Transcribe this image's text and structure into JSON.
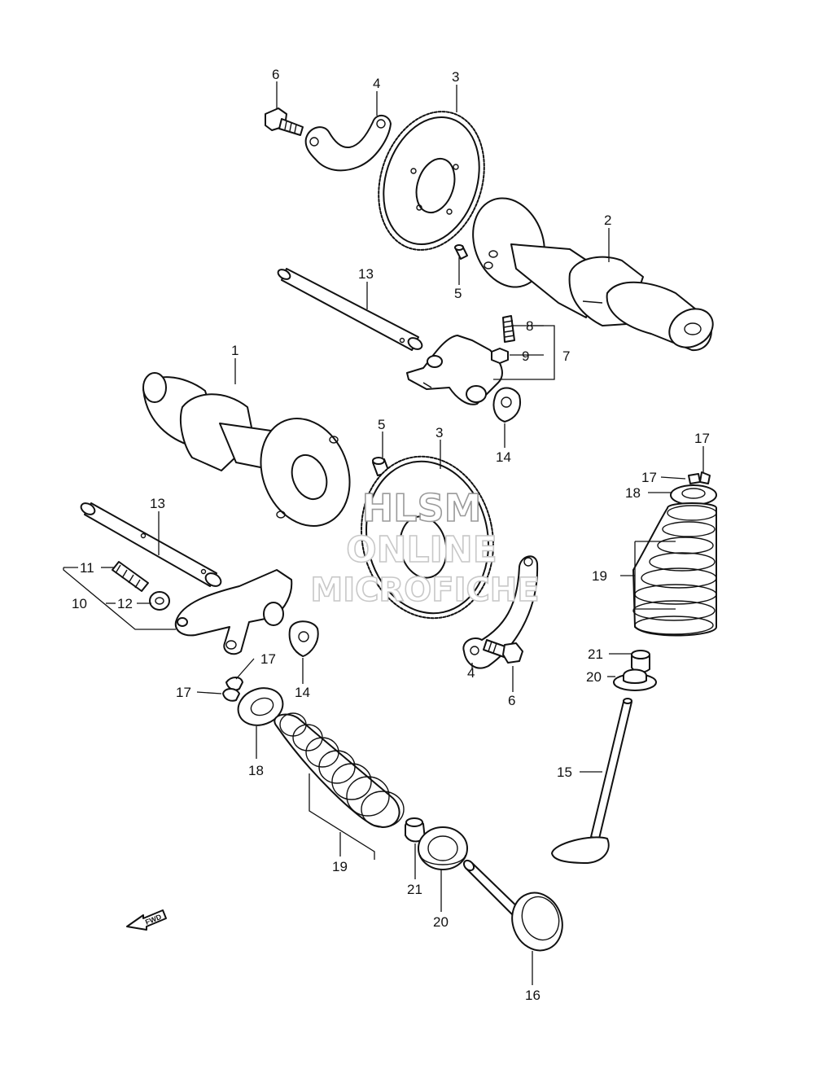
{
  "watermark": {
    "line1": "HLSM",
    "line2": "ONLINE",
    "line3": "MICROFICHE"
  },
  "fwd_label": "FWD",
  "callouts": [
    {
      "id": "c6a",
      "text": "6"
    },
    {
      "id": "c4a",
      "text": "4"
    },
    {
      "id": "c3a",
      "text": "3"
    },
    {
      "id": "c2",
      "text": "2"
    },
    {
      "id": "c5a",
      "text": "5"
    },
    {
      "id": "c13a",
      "text": "13"
    },
    {
      "id": "c8",
      "text": "8"
    },
    {
      "id": "c9",
      "text": "9"
    },
    {
      "id": "c7",
      "text": "7"
    },
    {
      "id": "c14a",
      "text": "14"
    },
    {
      "id": "c1",
      "text": "1"
    },
    {
      "id": "c5b",
      "text": "5"
    },
    {
      "id": "c3b",
      "text": "3"
    },
    {
      "id": "c17a",
      "text": "17"
    },
    {
      "id": "c17b",
      "text": "17"
    },
    {
      "id": "c18a",
      "text": "18"
    },
    {
      "id": "c13b",
      "text": "13"
    },
    {
      "id": "c19a",
      "text": "19"
    },
    {
      "id": "c11",
      "text": "11"
    },
    {
      "id": "c10",
      "text": "10"
    },
    {
      "id": "c12",
      "text": "12"
    },
    {
      "id": "c21a",
      "text": "21"
    },
    {
      "id": "c20a",
      "text": "20"
    },
    {
      "id": "c4b",
      "text": "4"
    },
    {
      "id": "c6b",
      "text": "6"
    },
    {
      "id": "c17c",
      "text": "17"
    },
    {
      "id": "c17d",
      "text": "17"
    },
    {
      "id": "c14b",
      "text": "14"
    },
    {
      "id": "c15",
      "text": "15"
    },
    {
      "id": "c18b",
      "text": "18"
    },
    {
      "id": "c19b",
      "text": "19"
    },
    {
      "id": "c21b",
      "text": "21"
    },
    {
      "id": "c20b",
      "text": "20"
    },
    {
      "id": "c16",
      "text": "16"
    }
  ]
}
